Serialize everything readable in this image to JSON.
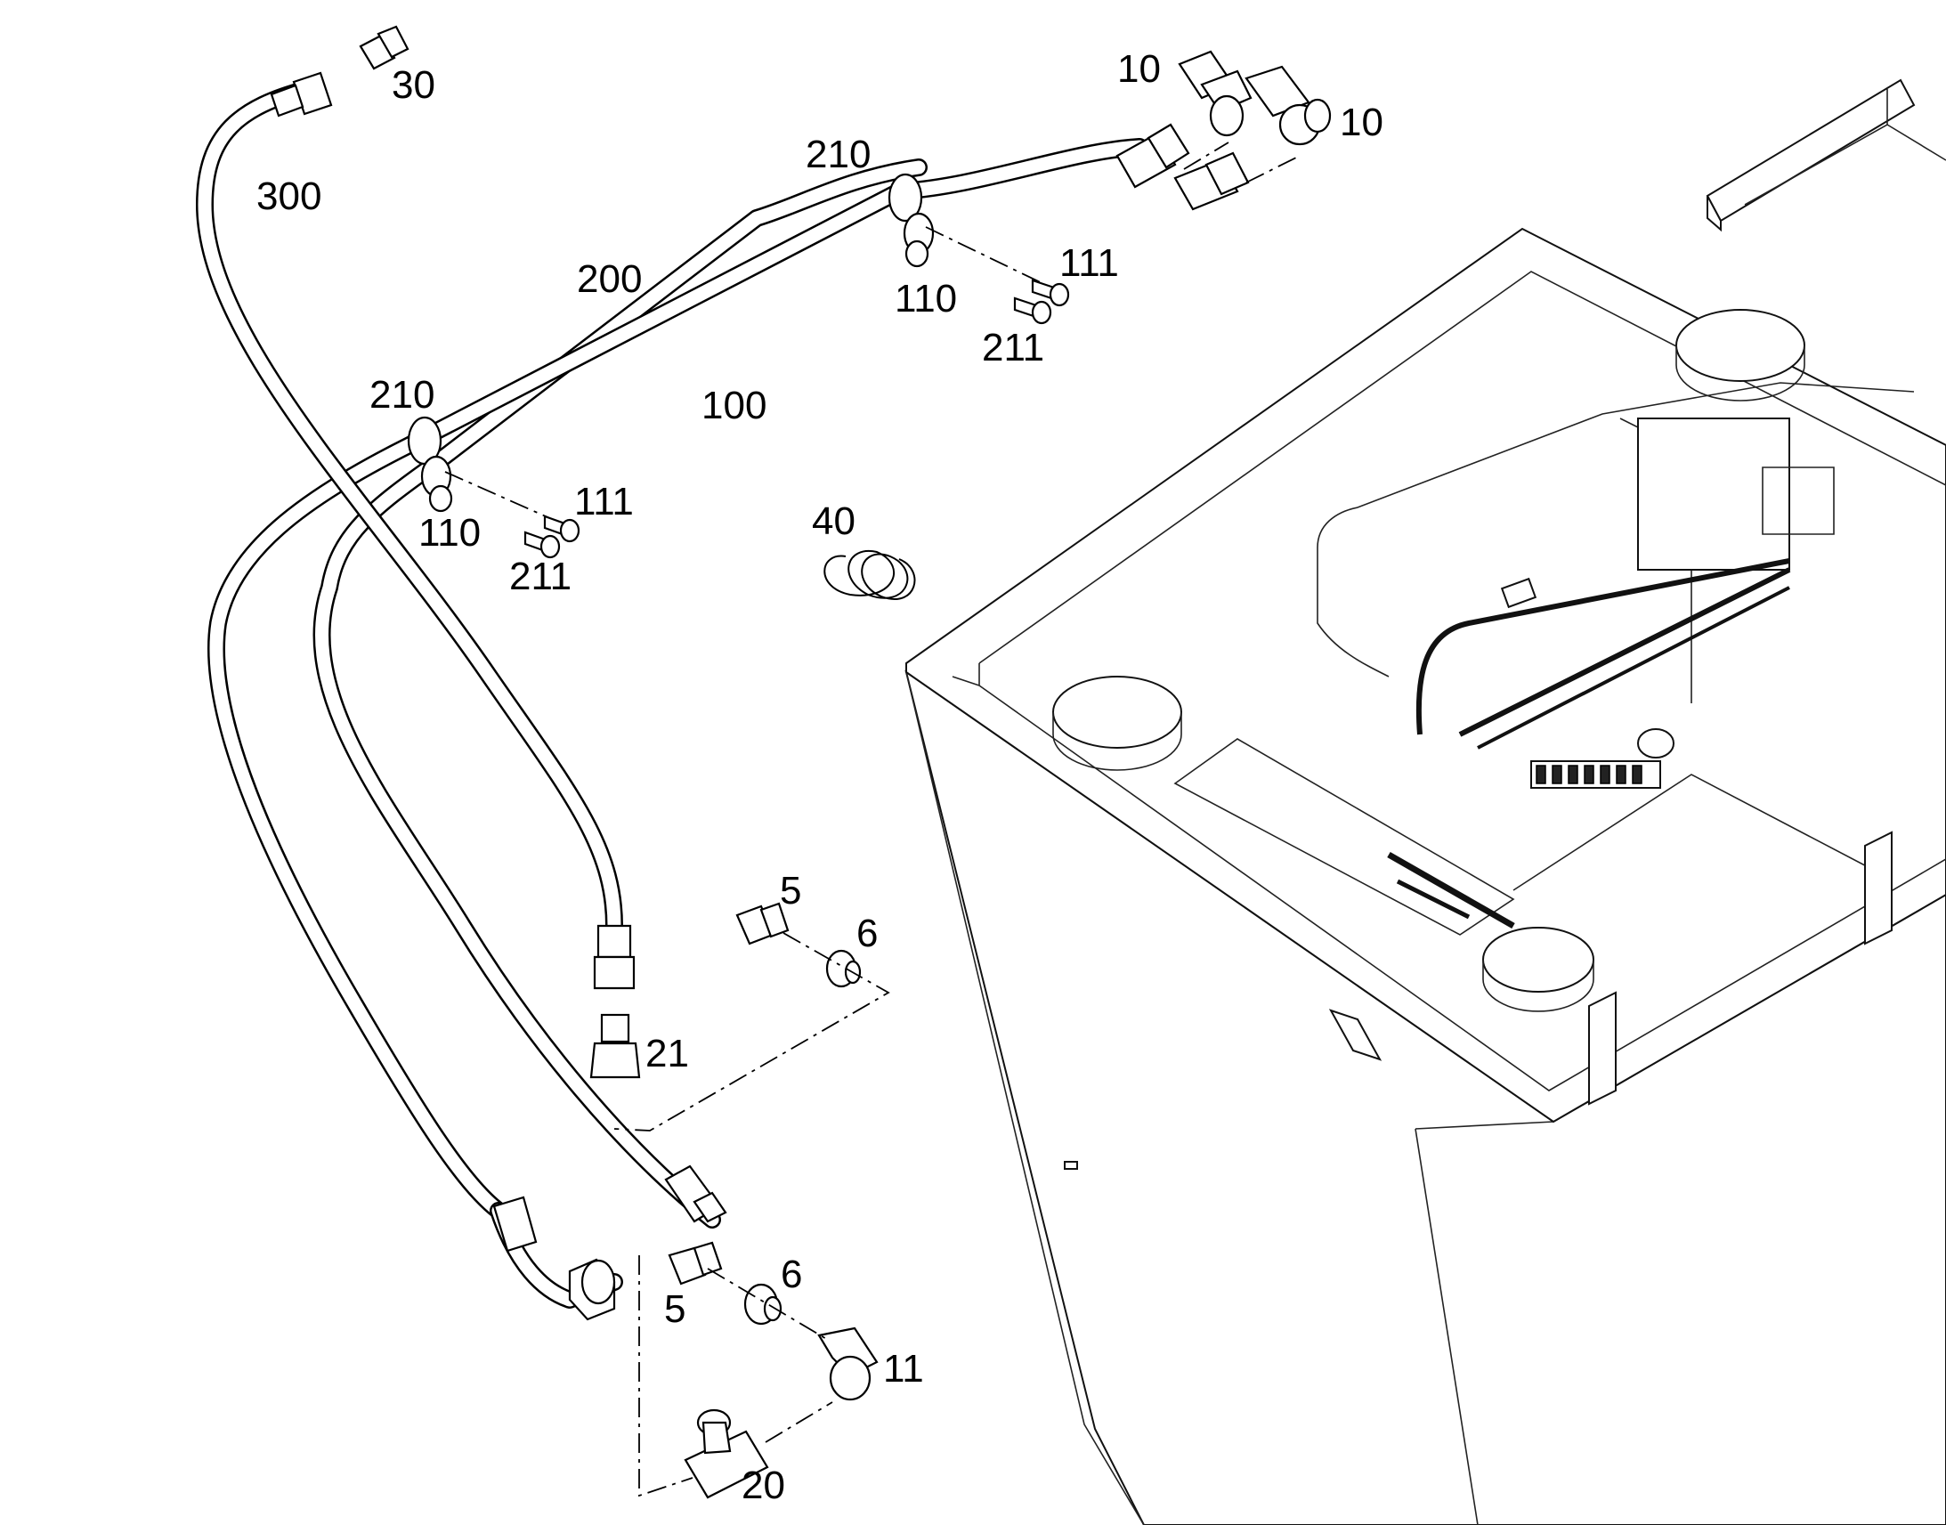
{
  "part_labels": {
    "p30": "30",
    "p10_left": "10",
    "p10_right": "10",
    "p300": "300",
    "p210_top": "210",
    "p200": "200",
    "p111_top": "111",
    "p110_top": "110",
    "p211_top": "211",
    "p210_mid": "210",
    "p100": "100",
    "p111_mid": "111",
    "p110_mid": "110",
    "p211_mid": "211",
    "p40": "40",
    "p5_top": "5",
    "p6_top": "6",
    "p21": "21",
    "p6_bottom": "6",
    "p5_bottom": "5",
    "p11": "11",
    "p20": "20"
  }
}
